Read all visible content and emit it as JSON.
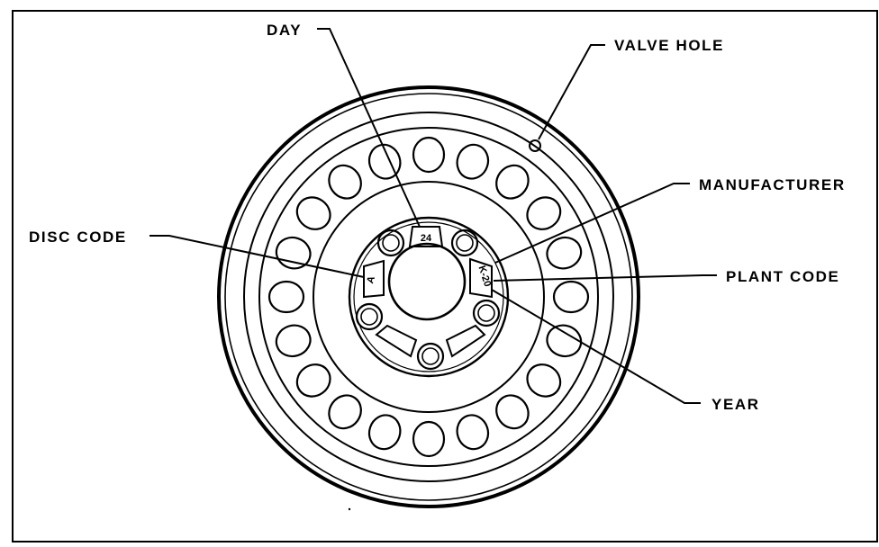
{
  "labels": {
    "day": "DAY",
    "valve_hole": "VALVE HOLE",
    "manufacturer": "MANUFACTURER",
    "disc_code": "DISC CODE",
    "plant_code": "PLANT CODE",
    "year": "YEAR"
  },
  "stamps": {
    "day_value": "24",
    "disc_value": "A",
    "plant_value": "K-20"
  },
  "colors": {
    "line": "#000000",
    "background": "#ffffff"
  }
}
